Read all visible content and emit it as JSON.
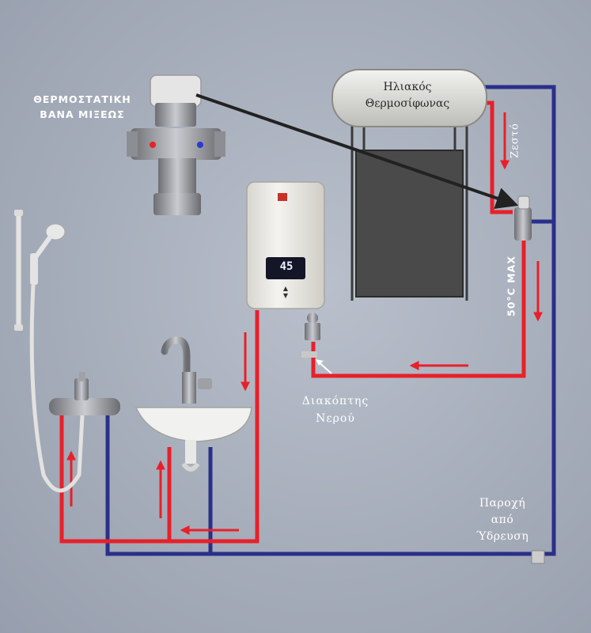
{
  "thermostatic_valve": {
    "line1": "ΘΕΡΜΟΣΤΑΤΙΚΗ",
    "line2": "ΒΑΝΑ ΜΙΞΕΩΣ"
  },
  "solar_heater": {
    "line1": "Ηλιακός",
    "line2": "Θερμοσίφωνας"
  },
  "hot_water_label": "Ζεστό",
  "max_temp_label": "50°C MAX",
  "water_heater_display": "45",
  "water_switch": {
    "line1": "Διακόπτης",
    "line2": "Νερού"
  },
  "mains_supply": {
    "line1": "Παροχή",
    "line2": "από",
    "line3": "Ύδρευση"
  },
  "colors": {
    "hot_pipe": "#e8202a",
    "cold_pipe": "#2a2f8a",
    "arrow": "#222222",
    "background": "#a9b0bd"
  }
}
